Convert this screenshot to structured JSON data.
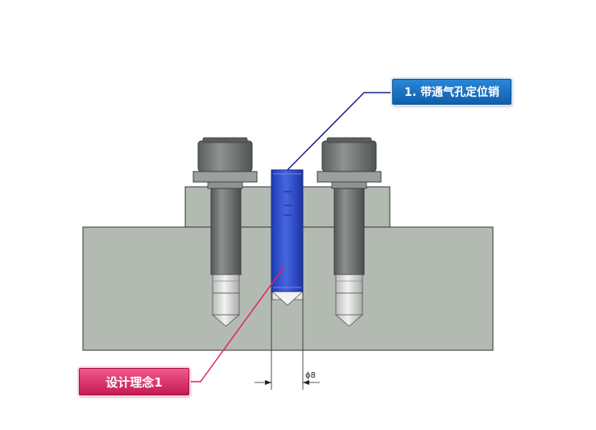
{
  "callouts": {
    "pin_label": "1. 带通气孔定位销",
    "concept_label": "设计理念1"
  },
  "dimension": {
    "text": "ϕ8"
  },
  "colors": {
    "base_plate": "#b3bab2",
    "top_plate": "#b3bab2",
    "bolt_dark": "#6b6f6c",
    "bolt_tip": "#d6d8d6",
    "pin_blue": "#2e4fcf",
    "leader_blue": "#1c1f8c",
    "leader_pink": "#e0245e"
  }
}
